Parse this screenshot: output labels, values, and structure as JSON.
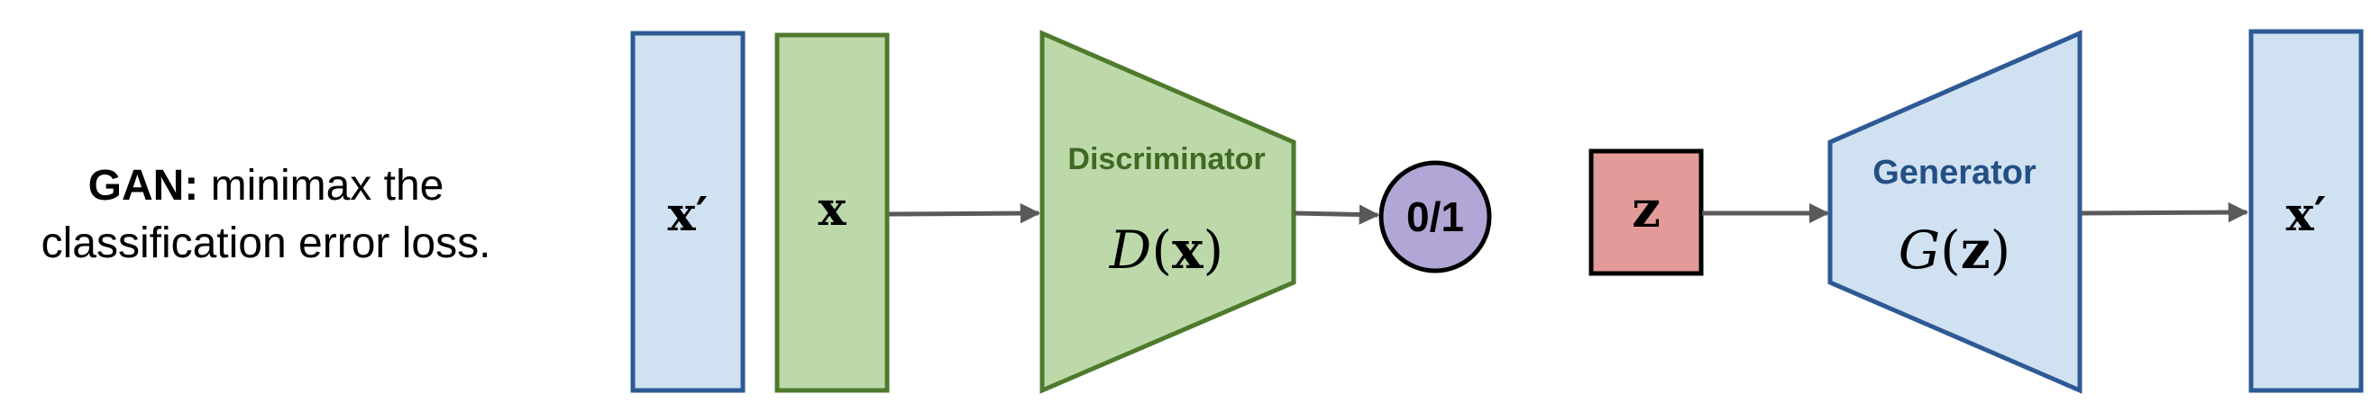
{
  "caption": {
    "bold": "GAN:",
    "line1_rest": " minimax the",
    "line2": "classification error loss."
  },
  "discriminator": {
    "title": "Discriminator",
    "formula_fn": "D",
    "formula_open": "(",
    "formula_var": "x",
    "formula_close": ")"
  },
  "generator": {
    "title": "Generator",
    "formula_fn": "G",
    "formula_open": "(",
    "formula_var": "z",
    "formula_close": ")"
  },
  "blocks": {
    "x_prime_left": "x′",
    "x_real": "x",
    "z_noise": "z",
    "x_prime_right": "x′"
  },
  "output": "0/1",
  "colors": {
    "light_blue_fill": "#d0e1f2",
    "blue_stroke": "#2d5a94",
    "green_fill": "#bdd9a9",
    "green_stroke": "#4d7a2d",
    "red_fill": "#e29b98",
    "purple_fill": "#b2a6d6",
    "arrow": "#595959",
    "generator_text": "#234f85",
    "discriminator_text": "#3f6a24"
  }
}
